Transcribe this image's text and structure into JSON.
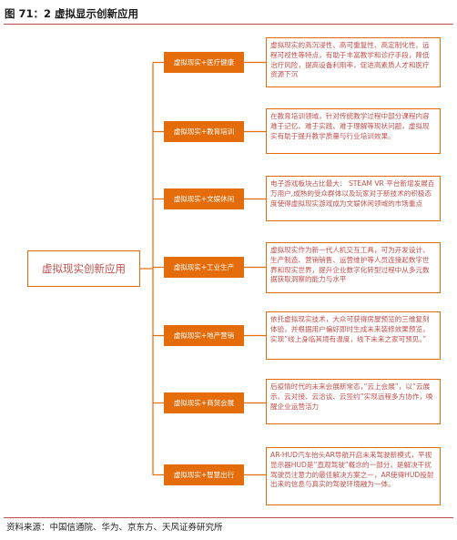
{
  "figure": {
    "title": "图 71：2 虚拟显示创新应用",
    "source": "资料来源：中国信通院、华为、京东方、天风证券研究所"
  },
  "root": {
    "label": "虚拟现实创新应用"
  },
  "branches": [
    {
      "label": "虚拟现实+医疗健康",
      "text": "虚拟现实的高沉浸性、高可重复性、高定制化性、远程可视性等特点，有助于丰富教学和诊疗手段，降低治疗风险，提高设备利用率，促进高素质人才和医疗资源下沉"
    },
    {
      "label": "虚拟现实+教育培训",
      "text": "在教育培训领域，针对传统教学过程中部分课程内容难于记忆、难于实践、难于理解等现状问题，虚拟现实有助于提升教学质量与行业培训效果。"
    },
    {
      "label": "虚拟现实+文娱休闲",
      "text": "电子游戏板块占比最大： STEAM VR 平台新增发展百万用户,成熟的受众群体以及玩家对于新技术的积极态度使得虚拟现实游戏成为文娱休闲领域的市场重点"
    },
    {
      "label": "虚拟现实+工业生产",
      "text": "虚拟现实作为新一代人机交互工具，可为开发设计、生产制造、营销销售、运营维护等人员连接起数字世界和现实世界，提升企业数字化转型过程中从多元数据获取洞察的能力与水平"
    },
    {
      "label": "虚拟现实+地产营销",
      "text": "依托虚拟现实技术，大众可获得房屋预览的三维复刻体验，并根据用户偏好即时生成未来装修效果预览，实现”线上身临其境有温度，线下未来之家可预见。”"
    },
    {
      "label": "虚拟现实+商贸会展",
      "text": "后疫情时代的未来会展新常态，”云上会展”，以”云展示、云对接、云洽谈、云签约”实现远程多方协作，唤醒企业运营活力"
    },
    {
      "label": "虚拟现实+智慧出行",
      "text": "AR-HUD汽车抬头AR导航开启未来驾驶新模式，平视显示器HUD是”直观驾驶”概念的一部分，是解决干扰驾驶员注意力的最佳解决方案之一，AR使得HUD投射出来的信息与真实的驾驶环境融为一体。"
    }
  ],
  "colors": {
    "accent": "#e46c0a",
    "text": "#c0504d",
    "rule": "#c0504d"
  }
}
